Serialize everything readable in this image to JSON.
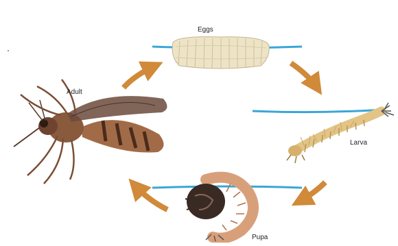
{
  "stages": {
    "eggs": "Eggs",
    "larva": "Larva",
    "pupa": "Pupa",
    "adult": "Adult"
  },
  "colors": {
    "arrow": "#d08a3a",
    "water": "#3aa6d6",
    "egg_raft": "#ede4c8",
    "mosquito_body": "#8a5a3c",
    "larva": "#e3c487",
    "pupa": "#d8a07a"
  },
  "icons": [
    "egg-raft-icon",
    "larva-icon",
    "pupa-icon",
    "mosquito-icon",
    "cycle-arrow-icon"
  ]
}
